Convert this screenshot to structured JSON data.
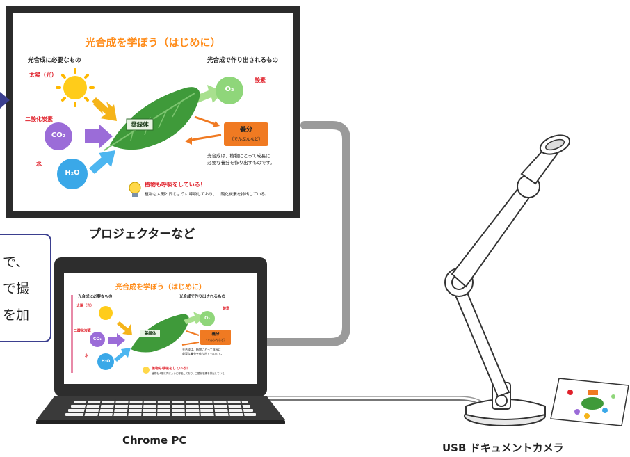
{
  "projector": {
    "label": "プロジェクターなど",
    "slide": {
      "title": "光合成を学ぼう（はじめに）",
      "left_heading": "光合成に必要なもの",
      "right_heading": "光合成で作り出されるもの",
      "sun_label": "太陽（光）",
      "co2_label": "二酸化炭素",
      "co2_text": "CO₂",
      "water_label": "水",
      "h2o_text": "H₂O",
      "leaf_label": "葉緑体",
      "o2_text": "O₂",
      "oxygen_label": "酸素",
      "nutrient_label": "養分",
      "nutrient_reading": "（でんぷんなど）",
      "desc_line1": "光合成は、植物にとって成長に",
      "desc_line2": "必要な養分を作り出すものです。",
      "tip_title": "植物も呼吸をしている！",
      "tip_body": "植物も人間と同じように呼吸しており、二酸化炭素を排出している。"
    }
  },
  "callout": {
    "lines": [
      "で、",
      "で撮",
      "を加"
    ]
  },
  "laptop": {
    "label": "Chrome PC",
    "slide": {
      "title": "光合成を学ぼう（はじめに）",
      "left_heading": "光合成に必要なもの",
      "right_heading": "光合成で作り出されるもの",
      "sun_label": "太陽（光）",
      "co2_label": "二酸化炭素",
      "co2_text": "CO₂",
      "h2o_text": "H₂O",
      "water_label": "水",
      "leaf_label": "葉緑体",
      "o2_text": "O₂",
      "oxygen_label": "酸素",
      "nutrient_label": "養分",
      "nutrient_reading": "（でんぷんなど）",
      "desc_line1": "光合成は、植物にとって成長に",
      "desc_line2": "必要な養分を作り出すものです。",
      "tip_title": "植物も呼吸をしている！",
      "tip_body": "植物も人間と同じように呼吸しており、二酸化炭素を排出している。"
    }
  },
  "camera": {
    "label": "USB ドキュメントカメラ"
  },
  "colors": {
    "title_orange": "#ff8c1a",
    "red_text": "#e0202a",
    "leaf_green": "#3f9a3a",
    "o2_green": "#8fd67a",
    "co2_purple": "#9b6cd8",
    "h2o_blue": "#3aa8e8",
    "nutrient_orange": "#f07a22",
    "callout_border": "#3b3f8f",
    "cable_gray": "#9a9a9a"
  }
}
